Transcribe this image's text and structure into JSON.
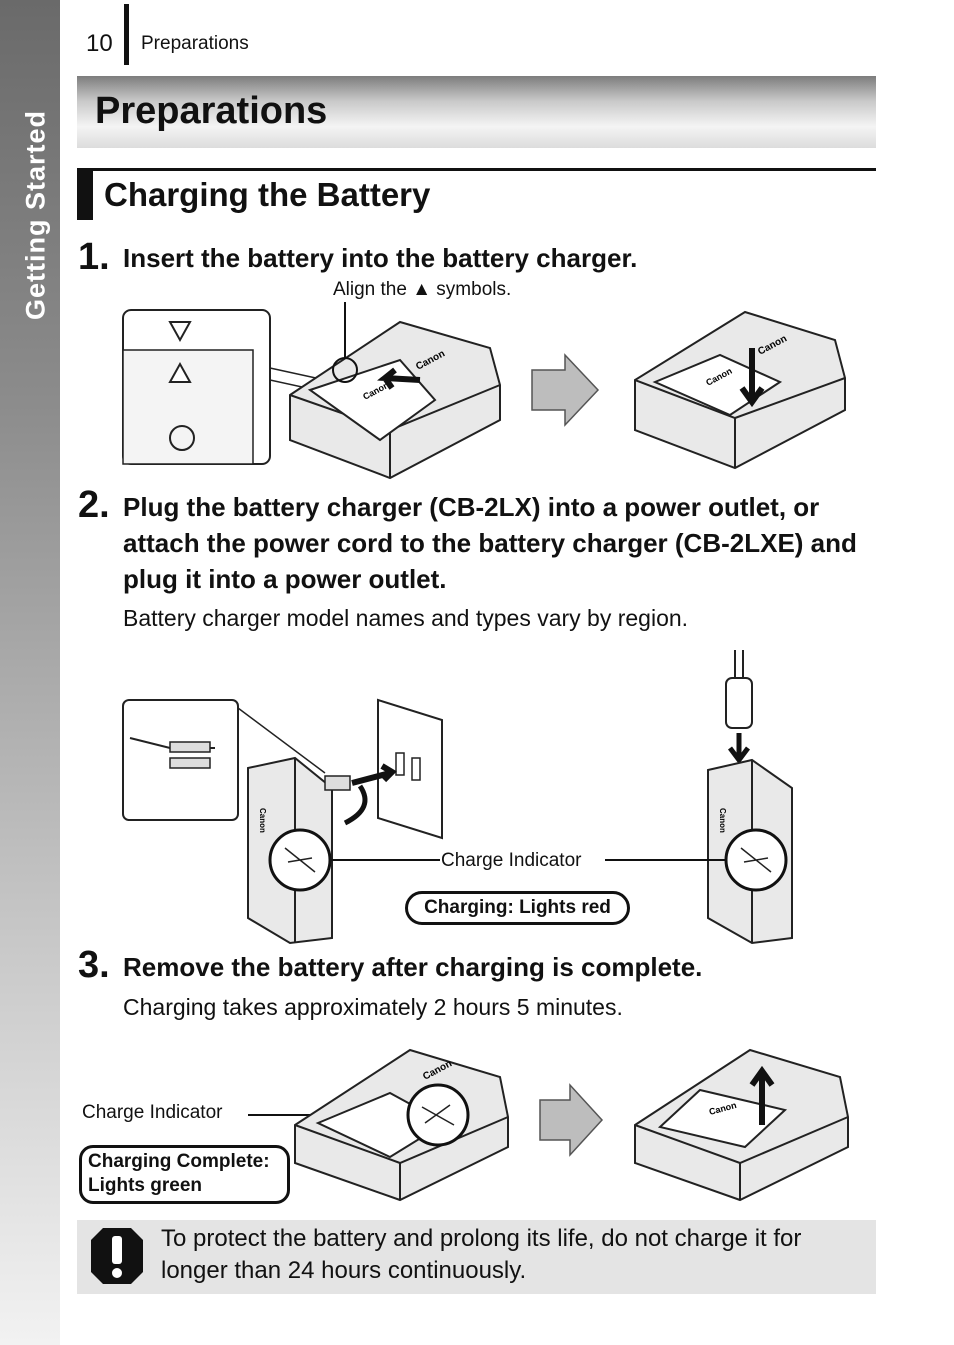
{
  "sidebar": {
    "label": "Getting Started"
  },
  "header": {
    "page_number": "10",
    "title": "Preparations"
  },
  "page_title": "Preparations",
  "section_title": "Charging the Battery",
  "steps": [
    {
      "number": "1.",
      "text": "Insert the battery into the battery charger."
    },
    {
      "number": "2.",
      "text": "Plug the battery charger (CB-2LX) into a power outlet, or attach the power cord to the battery charger (CB-2LXE) and plug it into a power outlet.",
      "note": "Battery charger model names and types vary by region."
    },
    {
      "number": "3.",
      "text": "Remove the battery after charging is complete.",
      "note": "Charging takes approximately 2 hours 5 minutes."
    }
  ],
  "callouts": {
    "align": "Align the ▲ symbols.",
    "charge_indicator_1": "Charge Indicator",
    "charging_red": "Charging: Lights red",
    "charge_indicator_2": "Charge Indicator",
    "complete_line1": "Charging Complete:",
    "complete_line2": "Lights green"
  },
  "brand": "Canon",
  "caution": {
    "icon": "exclamation-icon",
    "text": "To protect the battery and prolong its life, do not charge it for longer than 24 hours continuously."
  }
}
